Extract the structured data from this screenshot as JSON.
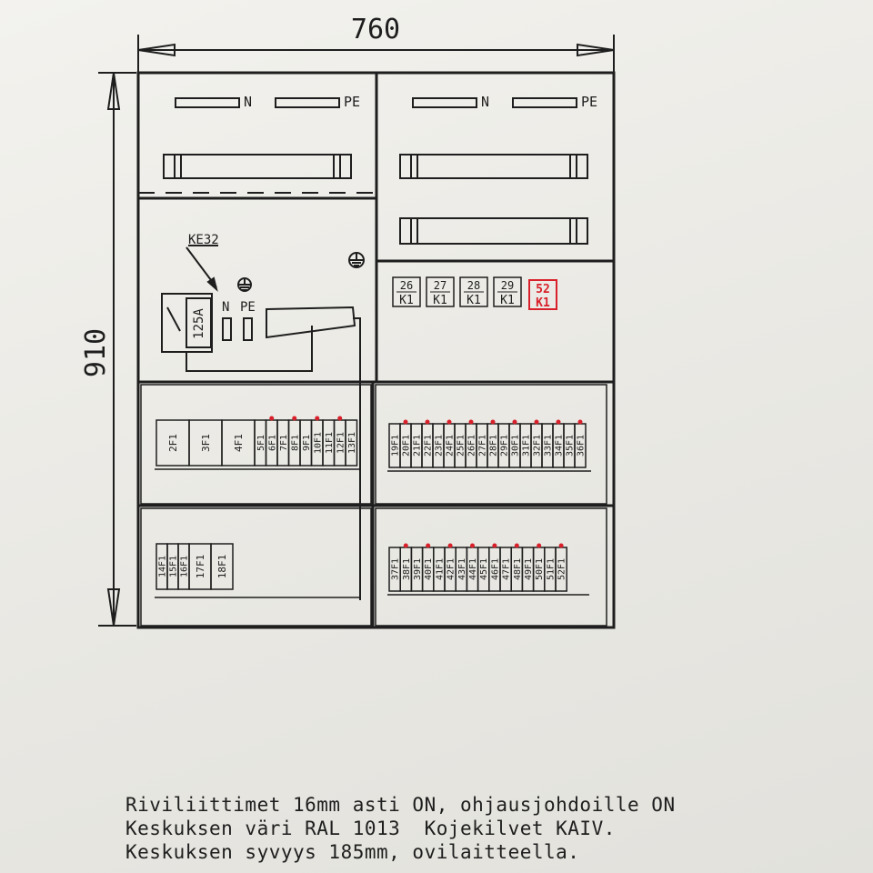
{
  "dimensions": {
    "width": "760",
    "height": "910"
  },
  "top_left": {
    "n": "N",
    "pe": "PE"
  },
  "top_right": {
    "n": "N",
    "pe": "PE"
  },
  "main_switch": {
    "ref": "KE32",
    "rating": "125A",
    "n": "N",
    "pe": "PE"
  },
  "contactors": [
    {
      "top": "26",
      "bottom": "K1"
    },
    {
      "top": "27",
      "bottom": "K1"
    },
    {
      "top": "28",
      "bottom": "K1"
    },
    {
      "top": "29",
      "bottom": "K1"
    }
  ],
  "red_stamp": {
    "top": "52",
    "bottom": "K1",
    "color": "#d8202a"
  },
  "row3_left_large": [
    "2F1",
    "3F1",
    "4F1"
  ],
  "row3_left_small": [
    "5F1",
    "6F1",
    "7F1",
    "8F1",
    "9F1",
    "10F1",
    "11F1",
    "12F1",
    "13F1"
  ],
  "row3_right": [
    "19F1",
    "20F1",
    "21F1",
    "22F1",
    "23F1",
    "24F1",
    "25F1",
    "26F1",
    "27F1",
    "28F1",
    "29F1",
    "30F1",
    "31F1",
    "32F1",
    "33F1",
    "34F1",
    "35F1",
    "36F1"
  ],
  "row4_left_small": [
    "14F1",
    "15F1",
    "16F1"
  ],
  "row4_left_large": [
    "17F1",
    "18F1"
  ],
  "row4_right": [
    "37F1",
    "38F1",
    "39F1",
    "40F1",
    "41F1",
    "42F1",
    "43F1",
    "44F1",
    "45F1",
    "46F1",
    "47F1",
    "48F1",
    "49F1",
    "50F1",
    "51F1",
    "52F1"
  ],
  "notes": [
    "Riviliittimet 16mm asti ON, ohjausjohdoille ON",
    "Keskuksen väri RAL 1013  Kojekilvet KAIV.",
    "Keskuksen syvyys 185mm, ovilaitteella."
  ],
  "colors": {
    "ink": "#1e1e1e",
    "red_marks": "#d8202a"
  }
}
